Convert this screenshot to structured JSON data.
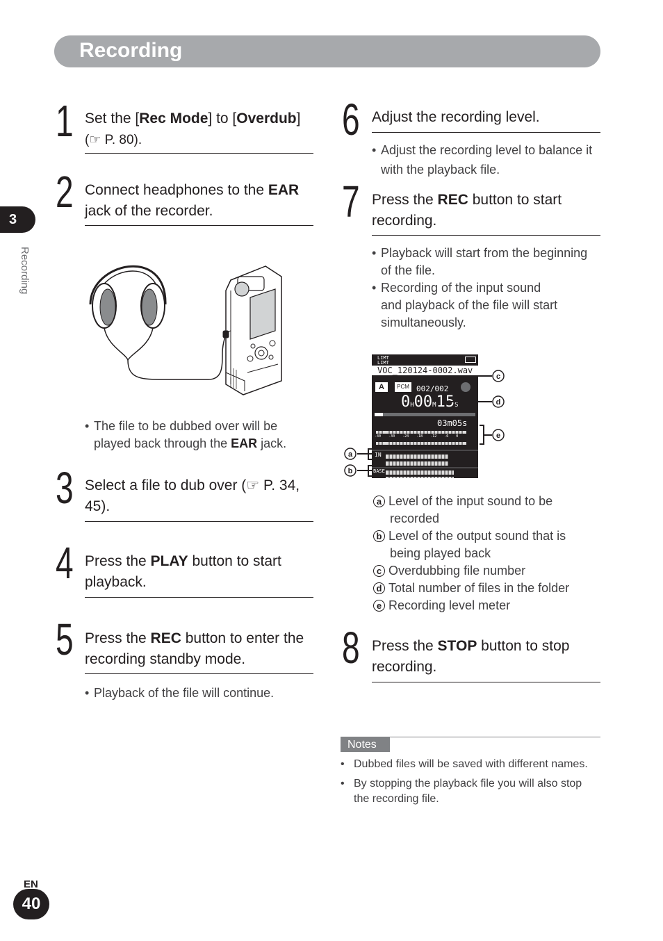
{
  "header": {
    "title": "Recording"
  },
  "chapter": {
    "number": "3",
    "side_label": "Recording"
  },
  "steps": [
    {
      "num": "1",
      "pre": "Set the [",
      "b1": "Rec Mode",
      "mid": "] to [",
      "b2": "Overdub",
      "post": "]",
      "line2": "(☞ P. 80)."
    },
    {
      "num": "2",
      "pre": "Connect headphones to the ",
      "b1": "EAR",
      "line2": "jack of the recorder."
    },
    {
      "num": "3",
      "line1": "Select a file to dub over (☞ P. 34,",
      "line2": "45)."
    },
    {
      "num": "4",
      "pre": "Press the ",
      "b1": "PLAY",
      "post": " button to start",
      "line2": "playback."
    },
    {
      "num": "5",
      "pre": "Press the ",
      "b1": "REC",
      "post": " button to enter the",
      "line2": "recording standby mode."
    },
    {
      "num": "6",
      "line1": "Adjust the recording level."
    },
    {
      "num": "7",
      "pre": "Press the ",
      "b1": "REC",
      "post": " button to start",
      "line2": "recording."
    },
    {
      "num": "8",
      "pre": "Press the ",
      "b1": "STOP",
      "post": " button to stop",
      "line2": "recording."
    }
  ],
  "bullets": {
    "ear_note_l1": "The file to be dubbed over will be",
    "ear_note_l2_pre": "played back through the ",
    "ear_note_l2_b": "EAR",
    "ear_note_l2_post": " jack.",
    "step5_note": "Playback of the file will continue.",
    "step6_note_l1": "Adjust the recording level to balance it",
    "step6_note_l2": "with the playback file.",
    "step7_note1_l1": "Playback will start from the beginning",
    "step7_note1_l2": "of the file.",
    "step7_note2_l1": "Recording of the input sound",
    "step7_note2_l2": "and playback of the file will start",
    "step7_note2_l3": "simultaneously."
  },
  "display": {
    "filename": "VOC_120124-0002.wav",
    "file_count": "002/002",
    "elapsed_h": "0",
    "elapsed_m": "00",
    "elapsed_s": "15",
    "remaining": "03m05s",
    "limit1": "LIMT",
    "limit2": "LIMT",
    "in_label": "IN",
    "base_label": "BASE",
    "folder": "A",
    "format": "PCM",
    "meter_ticks": [
      "-40",
      "-30",
      "-24",
      "-18",
      "-12",
      "-6",
      "0"
    ]
  },
  "legend": [
    {
      "key": "a",
      "l1": "Level of the input sound to be",
      "l2": "recorded"
    },
    {
      "key": "b",
      "l1": "Level of the output sound that is",
      "l2": "being played back"
    },
    {
      "key": "c",
      "l1": "Overdubbing file number"
    },
    {
      "key": "d",
      "l1": "Total number of files in the folder"
    },
    {
      "key": "e",
      "l1": "Recording level meter"
    }
  ],
  "notes": {
    "title": "Notes",
    "items": [
      {
        "l1": "Dubbed files will be saved with different names."
      },
      {
        "l1": "By stopping the playback file you will also stop",
        "l2": "the recording file."
      }
    ]
  },
  "footer": {
    "lang": "EN",
    "page": "40"
  }
}
